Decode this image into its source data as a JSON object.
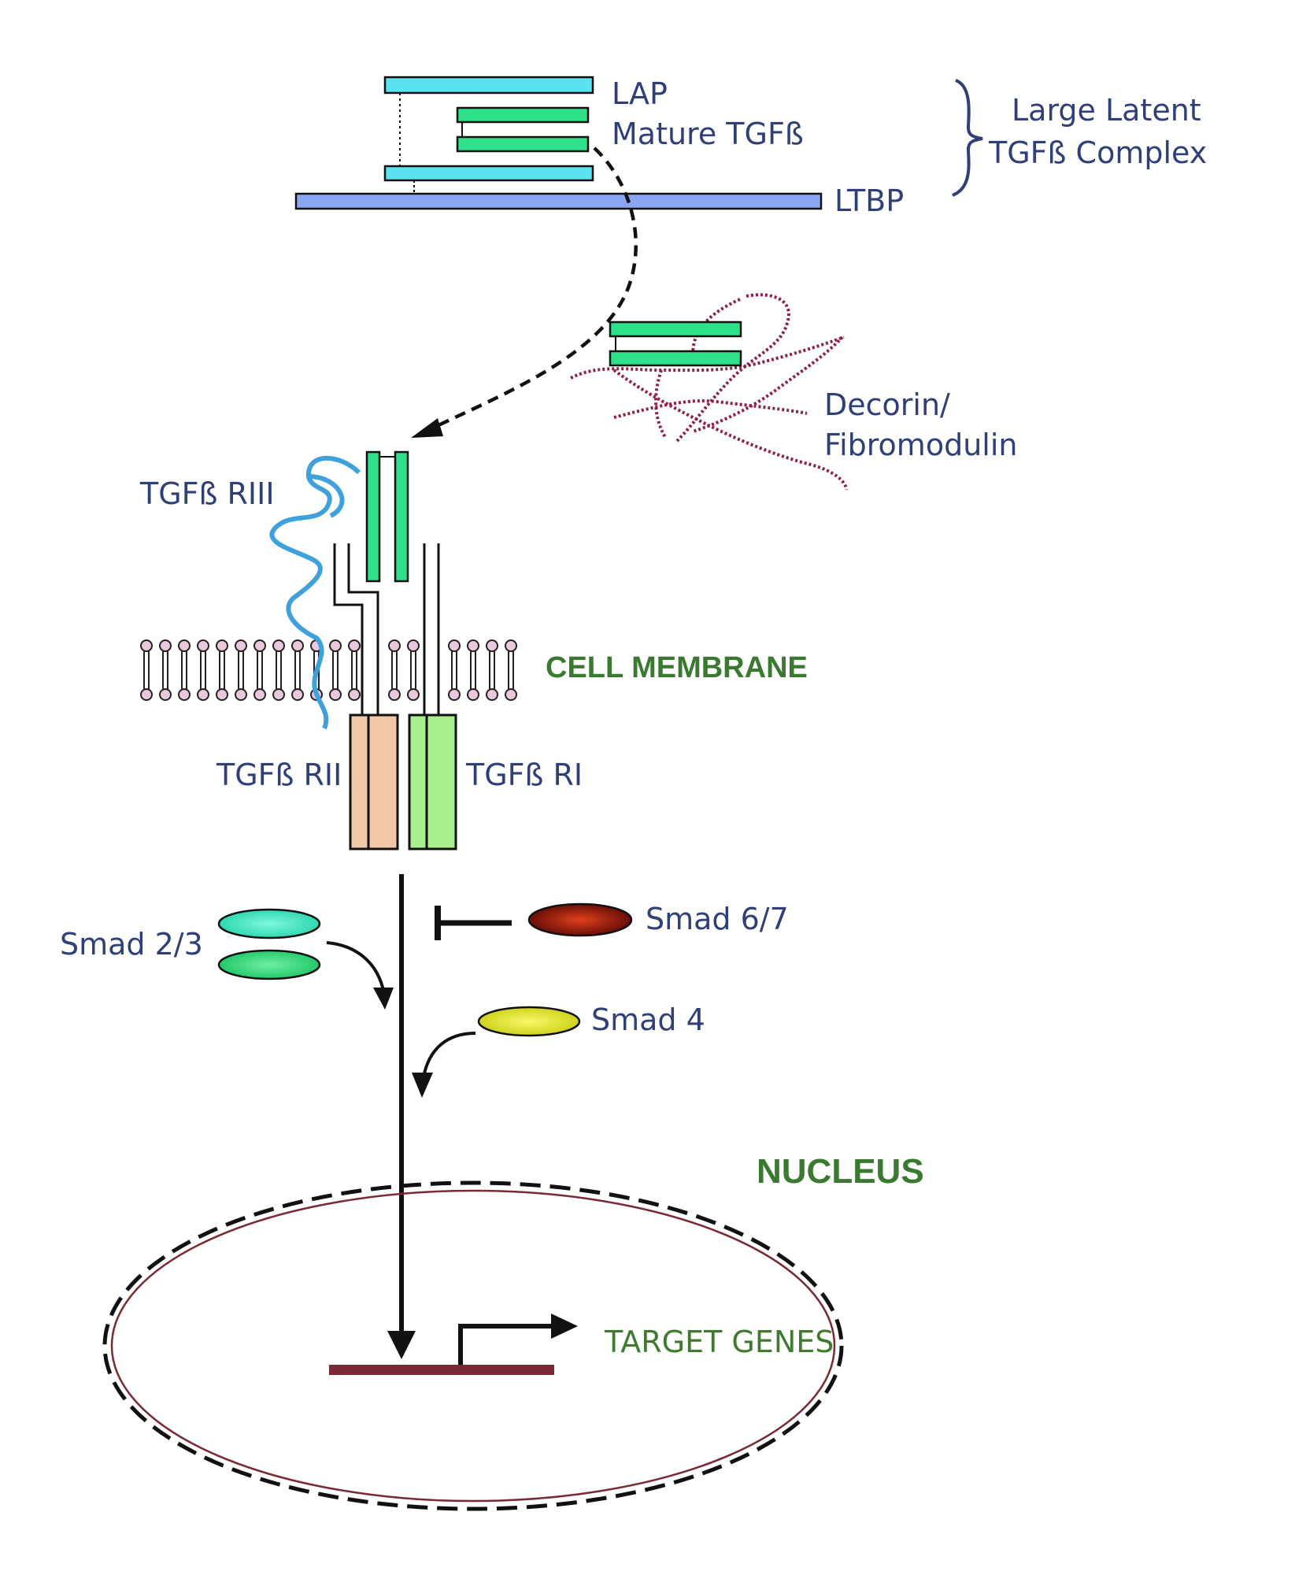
{
  "labels": {
    "lap": "LAP",
    "mature": "Mature TGFß",
    "ltbp": "LTBP",
    "complex_line1": "Large Latent",
    "complex_line2": "TGFß Complex",
    "decorin_line1": "Decorin/",
    "decorin_line2": "Fibromodulin",
    "r3": "TGFß RIII",
    "membrane": "CELL MEMBRANE",
    "r2": "TGFß RII",
    "r1": "TGFß RI",
    "smad23": "Smad 2/3",
    "smad67": "Smad 6/7",
    "smad4": "Smad 4",
    "nucleus": "NUCLEUS",
    "target": "TARGET GENES"
  },
  "colors": {
    "lap": "#5ce1f0",
    "tgfb": "#2ee08a",
    "ltbp": "#8aa6f2",
    "label": "#2f3f77",
    "green_label": "#3f7a2f",
    "decorin": "#8e1f4c",
    "r3_chain": "#3ea0dc",
    "r2": "#f0c8a8",
    "r1": "#a8f08c",
    "smad2": "#52efc9",
    "smad3": "#3fe082",
    "smad67": "#a8200d",
    "smad4": "#e9ea2e",
    "nucleus_line": "#7a2a35",
    "gene_bar": "#7a2a35"
  }
}
